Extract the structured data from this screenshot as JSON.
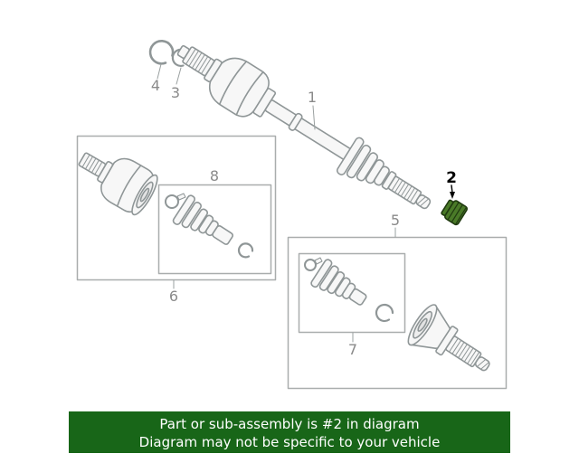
{
  "diagram": {
    "labels": {
      "part1": "1",
      "part2": "2",
      "part3": "3",
      "part4": "4",
      "part5": "5",
      "part6": "6",
      "part7": "7",
      "part8": "8"
    },
    "highlighted_part": "2",
    "colors": {
      "line": "#8f9697",
      "box_line": "#a9adad",
      "label_text": "#8a8a8a",
      "highlight_label_text": "#000000",
      "highlight_fill": "#4a7a28",
      "highlight_stroke": "#203a10"
    }
  },
  "banner": {
    "line1": "Part or sub-assembly is #2 in diagram",
    "line2": "Diagram may not be specific to your vehicle",
    "background": "#186618",
    "text_color": "#ffffff"
  }
}
